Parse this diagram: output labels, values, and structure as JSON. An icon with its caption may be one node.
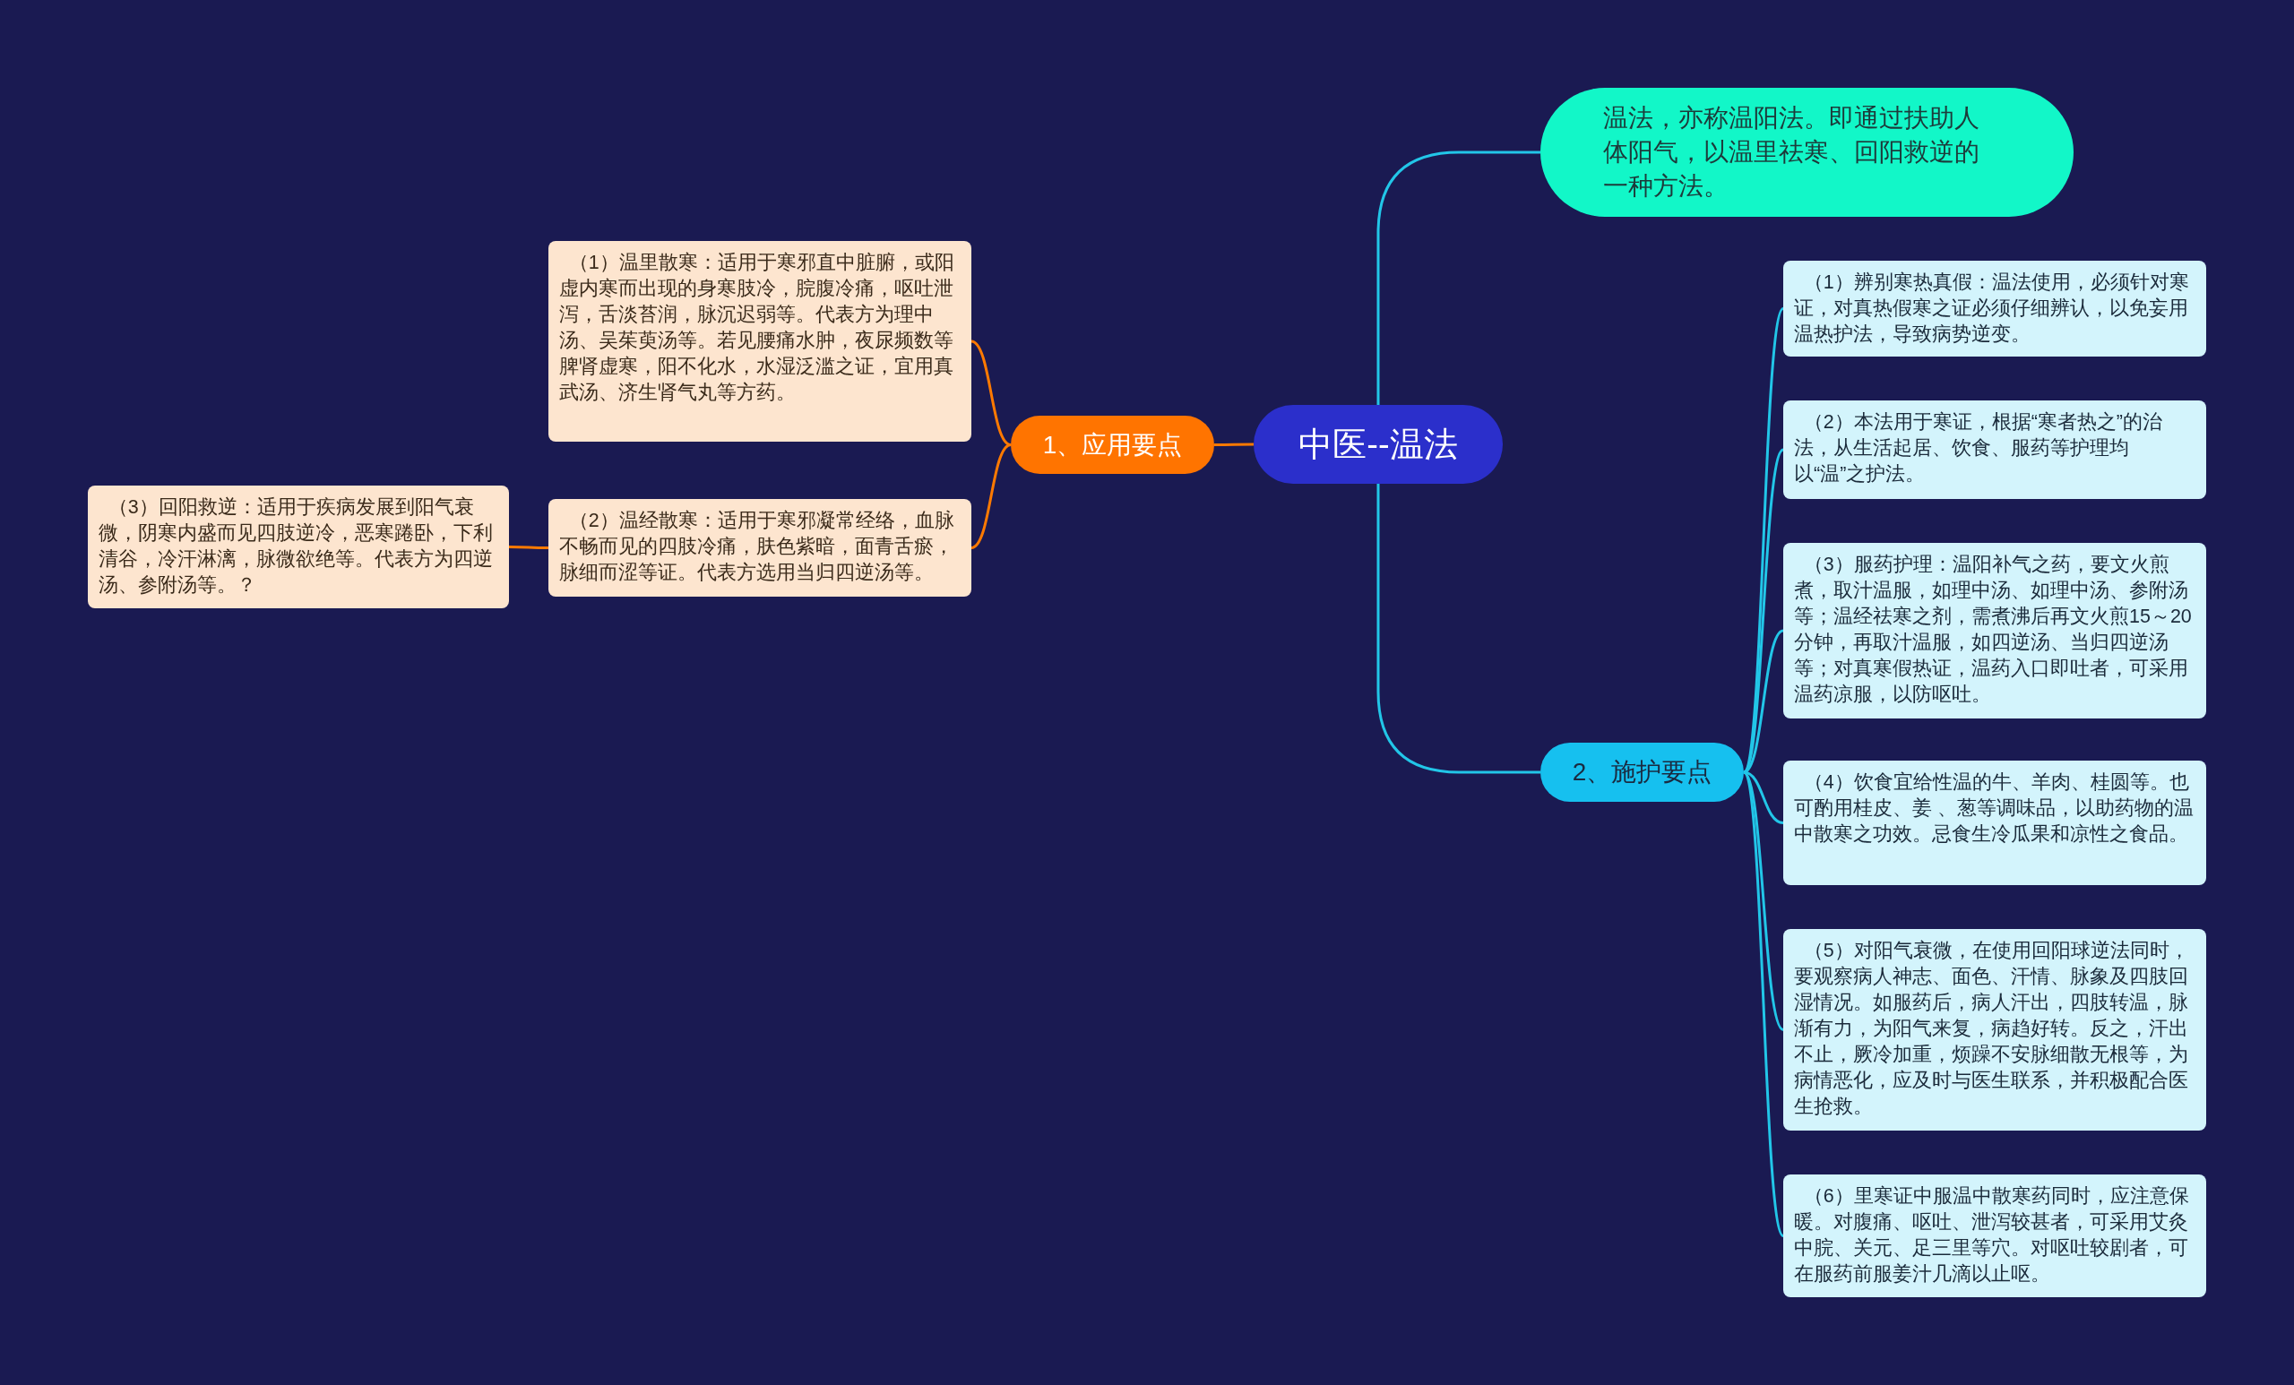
{
  "diagram": {
    "nodes": [
      {
        "text": [
          "中医--温法"
        ]
      },
      {
        "text": [
          "温法，亦称温阳法。即通过扶助人体阳气，以温里祛寒、回阳救逆的一种方法。"
        ]
      },
      {
        "text": [
          "1、应用要点"
        ]
      },
      {
        "text": [
          "（1）温里散寒：适用于寒邪直中脏腑，或阳虚内寒而出现的身寒肢冷，脘腹冷痛，呕吐泄泻，舌淡苔润，脉沉迟弱等。代表方为理中汤、吴茱萸汤等。若见腰痛水肿，夜尿频数等脾肾虚寒，阳不化水，水湿泛滥之证，宜用真武汤、济生肾气丸等方药。"
        ]
      },
      {
        "text": [
          "（2）温经散寒：适用于寒邪凝常经络，血脉不畅而见的四肢冷痛，肤色紫暗，面青舌瘀，脉细而涩等证。代表方选用当归四逆汤等。"
        ]
      },
      {
        "text": [
          "（3）回阳救逆：适用于疾病发展到阳气衰微，阴寒内盛而见四肢逆冷，恶寒踡卧，下利清谷，冷汗淋漓，脉微欲绝等。代表方为四逆汤、参附汤等。？"
        ]
      },
      {
        "text": [
          "2、施护要点"
        ]
      },
      {
        "text": [
          "（1）辨别寒热真假：温法使用，必须针对寒证，对真热假寒之证必须仔细辨认，以免妄用温热护法，导致病势逆变。"
        ]
      },
      {
        "text": [
          "（2）本法用于寒证，根据“寒者热之”的治法，从生活起居、饮食、服药等护理均以“温”之护法。"
        ]
      },
      {
        "text": [
          "（3）服药护理：温阳补气之药，要文火煎煮，取汁温服，如理中汤、如理中汤、参附汤等；温经祛寒之剂，需煮沸后再文火煎15～20分钟，再取汁温服，如四逆汤、当归四逆汤等；对真寒假热证，温药入口即吐者，可采用温药凉服，以防呕吐。"
        ]
      },
      {
        "text": [
          "（4）饮食宜给性温的牛、羊肉、桂圆等。也可酌用桂皮、姜 、葱等调味品，以助药物的温中散寒之功效。忌食生冷瓜果和凉性之食品。"
        ]
      },
      {
        "text": [
          "（5）对阳气衰微，在使用回阳球逆法同时，要观察病人神志、面色、汗情、脉象及四肢回湿情况。如服药后，病人汗出，四肢转温，脉渐有力，为阳气来复，病趋好转。反之，汗出不止，厥冷加重，烦躁不安脉细散无根等，为病情恶化，应及时与医生联系，并积极配合医生抢救。"
        ]
      },
      {
        "text": [
          "（6）里寒证中服温中散寒药同时，应注意保暖。对腹痛、呕吐、泄泻较甚者，可采用艾灸中脘、关元、足三里等穴。对呕吐较剧者，可在服药前服姜汁几滴以止呕。"
        ]
      }
    ],
    "edges": [
      {
        "from": 0,
        "to": 1,
        "arrow": "none"
      },
      {
        "from": 0,
        "to": 2,
        "arrow": "none",
        "color": "#ff7a00"
      },
      {
        "from": 2,
        "to": 3,
        "arrow": "none",
        "color": "#ff7a00"
      },
      {
        "from": 2,
        "to": 4,
        "arrow": "none",
        "color": "#ff7a00"
      },
      {
        "from": 4,
        "to": 5,
        "arrow": "none",
        "color": "#ff7a00"
      },
      {
        "from": 0,
        "to": 6,
        "arrow": "none"
      },
      {
        "from": 6,
        "to": 7,
        "arrow": "none"
      },
      {
        "from": 6,
        "to": 8,
        "arrow": "none"
      },
      {
        "from": 6,
        "to": 9,
        "arrow": "none"
      },
      {
        "from": 6,
        "to": 10,
        "arrow": "none"
      },
      {
        "from": 6,
        "to": 11,
        "arrow": "none"
      },
      {
        "from": 6,
        "to": 12,
        "arrow": "none"
      }
    ]
  }
}
